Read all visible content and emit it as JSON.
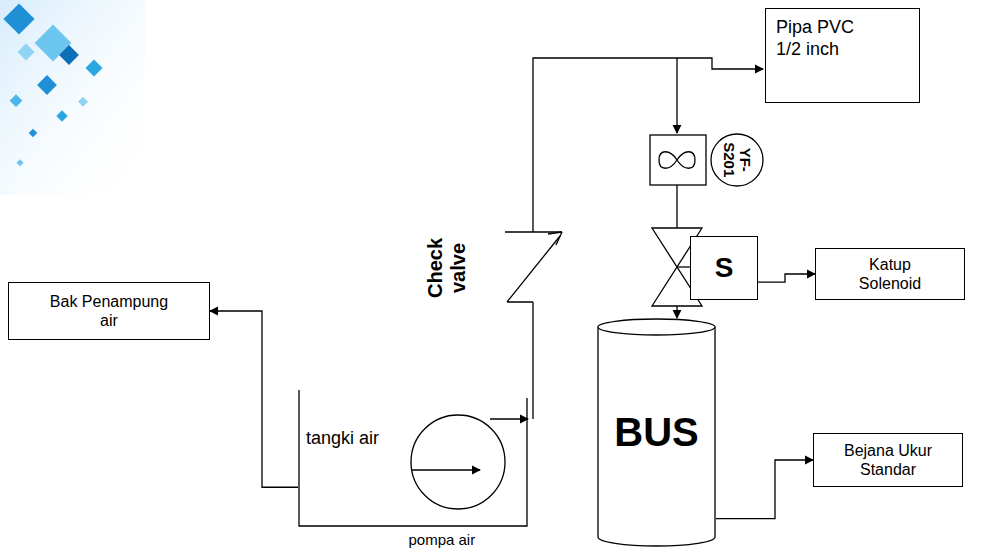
{
  "diagram": {
    "nodes": [
      {
        "text": [
          "Pipa PVC 1/2 inch"
        ]
      },
      {
        "text": [
          "YF-S201"
        ]
      },
      {
        "text": [
          "S"
        ]
      },
      {
        "text": [
          "Katup Solenoid"
        ]
      },
      {
        "text": [
          "Bak Penampung air"
        ]
      },
      {
        "text": [
          "BUS"
        ]
      },
      {
        "text": [
          "Bejana Ukur Standar"
        ]
      },
      {
        "text": [
          "tangki air"
        ]
      }
    ],
    "edges": [
      {
        "from": 2,
        "to": 3,
        "arrow": "to"
      },
      {
        "from": 5,
        "to": 6,
        "arrow": "to"
      },
      {
        "from": 7,
        "to": 4,
        "arrow": "to"
      }
    ],
    "labels": [
      "Check valve",
      "pompa air"
    ]
  }
}
